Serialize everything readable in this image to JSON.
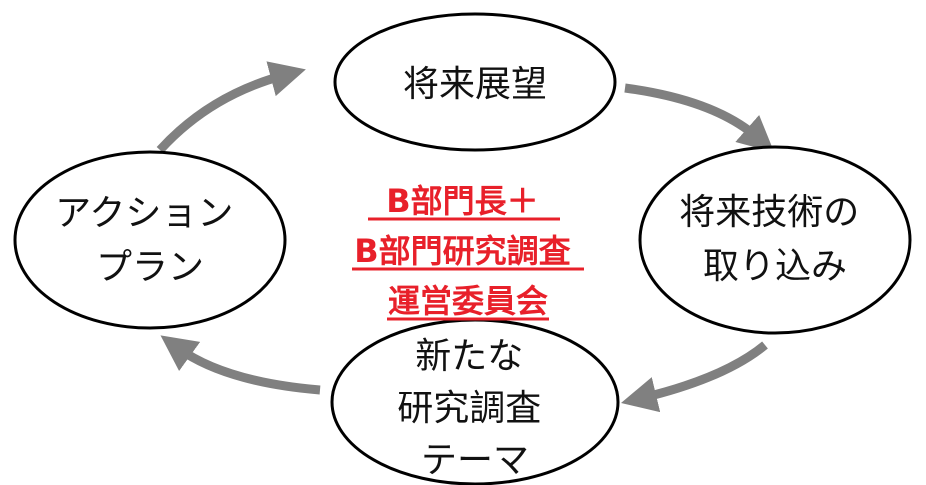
{
  "nodes": {
    "future_vision": {
      "lines": [
        "将来展望"
      ]
    },
    "future_tech": {
      "lines": [
        "将来技術の",
        "取り込み"
      ]
    },
    "new_research": {
      "lines": [
        "新たな",
        "研究調査",
        "テーマ"
      ]
    },
    "action_plan": {
      "lines": [
        "アクション",
        "プラン"
      ]
    }
  },
  "center": {
    "lines": [
      "B部門長＋",
      "B部門研究調査",
      "運営委員会"
    ]
  },
  "colors": {
    "center_text": "#e8202a",
    "arrow": "#808080",
    "node_border": "#000000"
  }
}
